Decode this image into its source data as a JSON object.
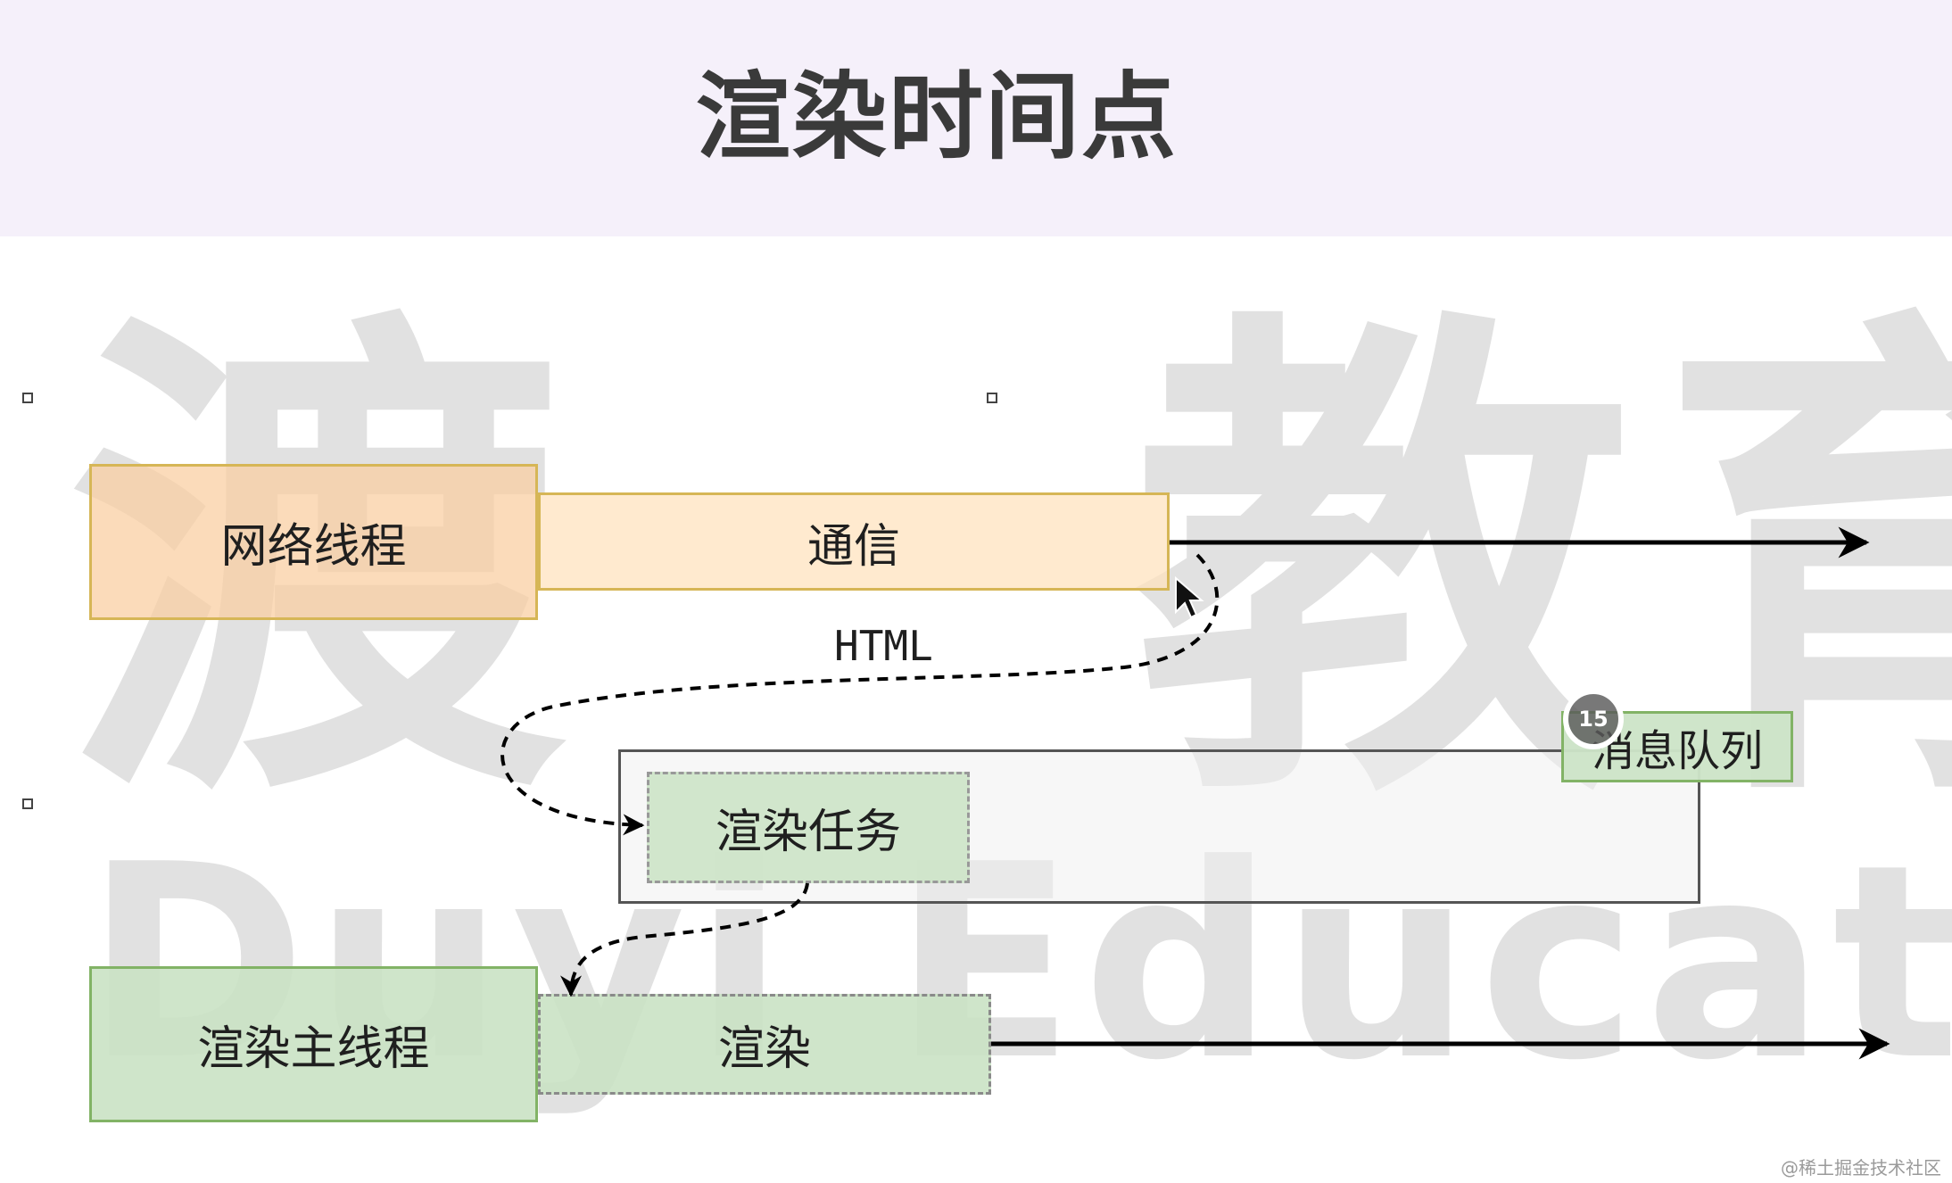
{
  "title": "渲染时间点",
  "watermark": {
    "chinese": [
      "渡",
      "教",
      "育"
    ],
    "english": "Duyi Education"
  },
  "nodes": {
    "network_thread": "网络线程",
    "communication": "通信",
    "message_queue": "消息队列",
    "render_task": "渲染任务",
    "render_main_thread": "渲染主线程",
    "render": "渲染"
  },
  "edges": {
    "html_label": "HTML"
  },
  "timer_badge": "15",
  "source_note": "@稀土掘金技术社区",
  "colors": {
    "header_bg": "#f5f0fa",
    "network_fill": "#facda0",
    "network_border": "#d6b656",
    "green_fill": "#c8e1c3",
    "green_border": "#82b366",
    "watermark": "#e1e1e1",
    "arrow": "#000000"
  }
}
